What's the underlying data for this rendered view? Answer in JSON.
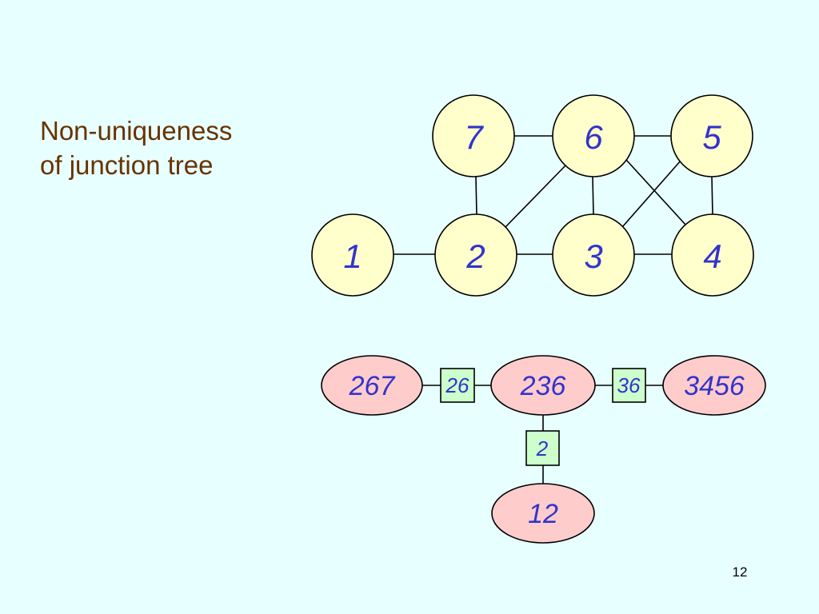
{
  "title": {
    "line1": "Non-uniqueness",
    "line2": "of junction tree"
  },
  "graph": {
    "nodes": [
      "7",
      "6",
      "5",
      "1",
      "2",
      "3",
      "4"
    ],
    "edges": [
      [
        "7",
        "6"
      ],
      [
        "6",
        "5"
      ],
      [
        "7",
        "2"
      ],
      [
        "6",
        "2"
      ],
      [
        "6",
        "3"
      ],
      [
        "6",
        "4"
      ],
      [
        "5",
        "3"
      ],
      [
        "5",
        "4"
      ],
      [
        "1",
        "2"
      ],
      [
        "2",
        "3"
      ],
      [
        "3",
        "4"
      ]
    ]
  },
  "junction_tree": {
    "cliques": [
      "267",
      "236",
      "3456",
      "12"
    ],
    "separators": [
      "26",
      "36",
      "2"
    ]
  },
  "page_number": "12",
  "colors": {
    "background": "#e8ffff",
    "title": "#663300",
    "label": "#3333cc",
    "node_fill": "#ffffcc",
    "clique_fill": "#ffcccc",
    "separator_fill": "#ccffcc"
  }
}
